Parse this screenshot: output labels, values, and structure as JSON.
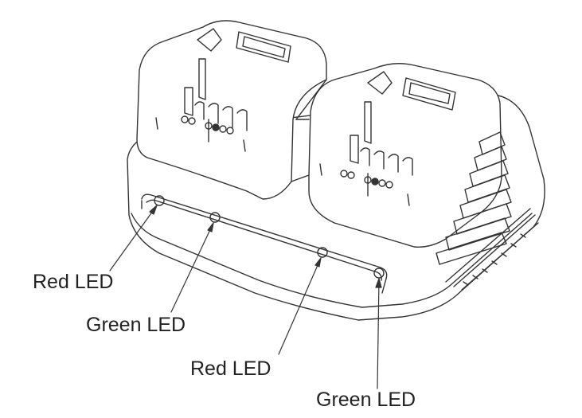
{
  "callouts": [
    {
      "label": "Red LED",
      "target": "left-red-led"
    },
    {
      "label": "Green LED",
      "target": "left-green-led"
    },
    {
      "label": "Red LED",
      "target": "right-red-led"
    },
    {
      "label": "Green LED",
      "target": "right-green-led"
    }
  ],
  "colors": {
    "line": "#333333",
    "background": "#ffffff"
  }
}
